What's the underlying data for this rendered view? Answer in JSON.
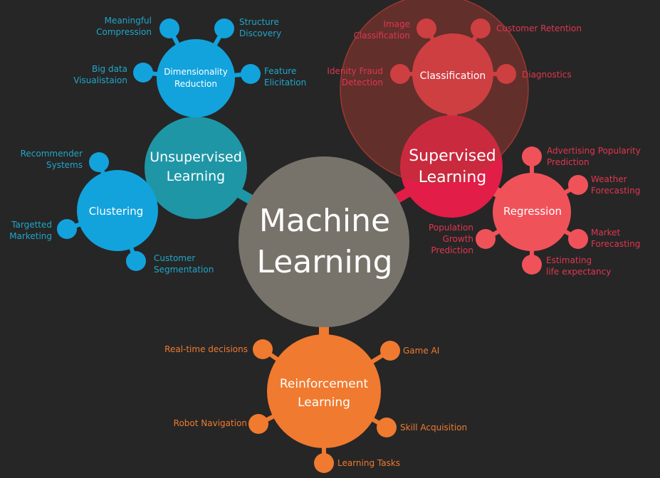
{
  "colors": {
    "background": "#262626",
    "center": "#78736a",
    "unsupervised": "#1e96a6",
    "dimensionality": "#12a3dd",
    "clustering": "#12a3dd",
    "supervised": "#e11d48",
    "classification": "#e8434f",
    "regression": "#f0525a",
    "reinforcement": "#f07a2f",
    "highlight": "#b03c32"
  },
  "center": {
    "label": "Machine\nLearning"
  },
  "unsupervised": {
    "label": "Unsupervised\nLearning",
    "dimensionality": {
      "label": "Dimensionality\nReduction",
      "leaves": [
        "Meaningful\nCompression",
        "Structure\nDiscovery",
        "Big data\nVisualistaion",
        "Feature\nElicitation"
      ]
    },
    "clustering": {
      "label": "Clustering",
      "leaves": [
        "Recommender\nSystems",
        "Targetted\nMarketing",
        "Customer\nSegmentation"
      ]
    }
  },
  "supervised": {
    "label": "Supervised\nLearning",
    "classification": {
      "label": "Classification",
      "leaves": [
        "Image\nClassification",
        "Customer Retention",
        "Idenity Fraud\nDetection",
        "Diagnostics"
      ]
    },
    "regression": {
      "label": "Regression",
      "leaves": [
        "Advertising Popularity\nPrediction",
        "Weather\nForecasting",
        "Population\nGrowth\nPrediction",
        "Market\nForecasting",
        "Estimating\nlife expectancy"
      ]
    }
  },
  "reinforcement": {
    "label": "Reinforcement\nLearning",
    "leaves": [
      "Real-time decisions",
      "Game AI",
      "Robot Navigation",
      "Skill Acquisition",
      "Learning Tasks"
    ]
  }
}
